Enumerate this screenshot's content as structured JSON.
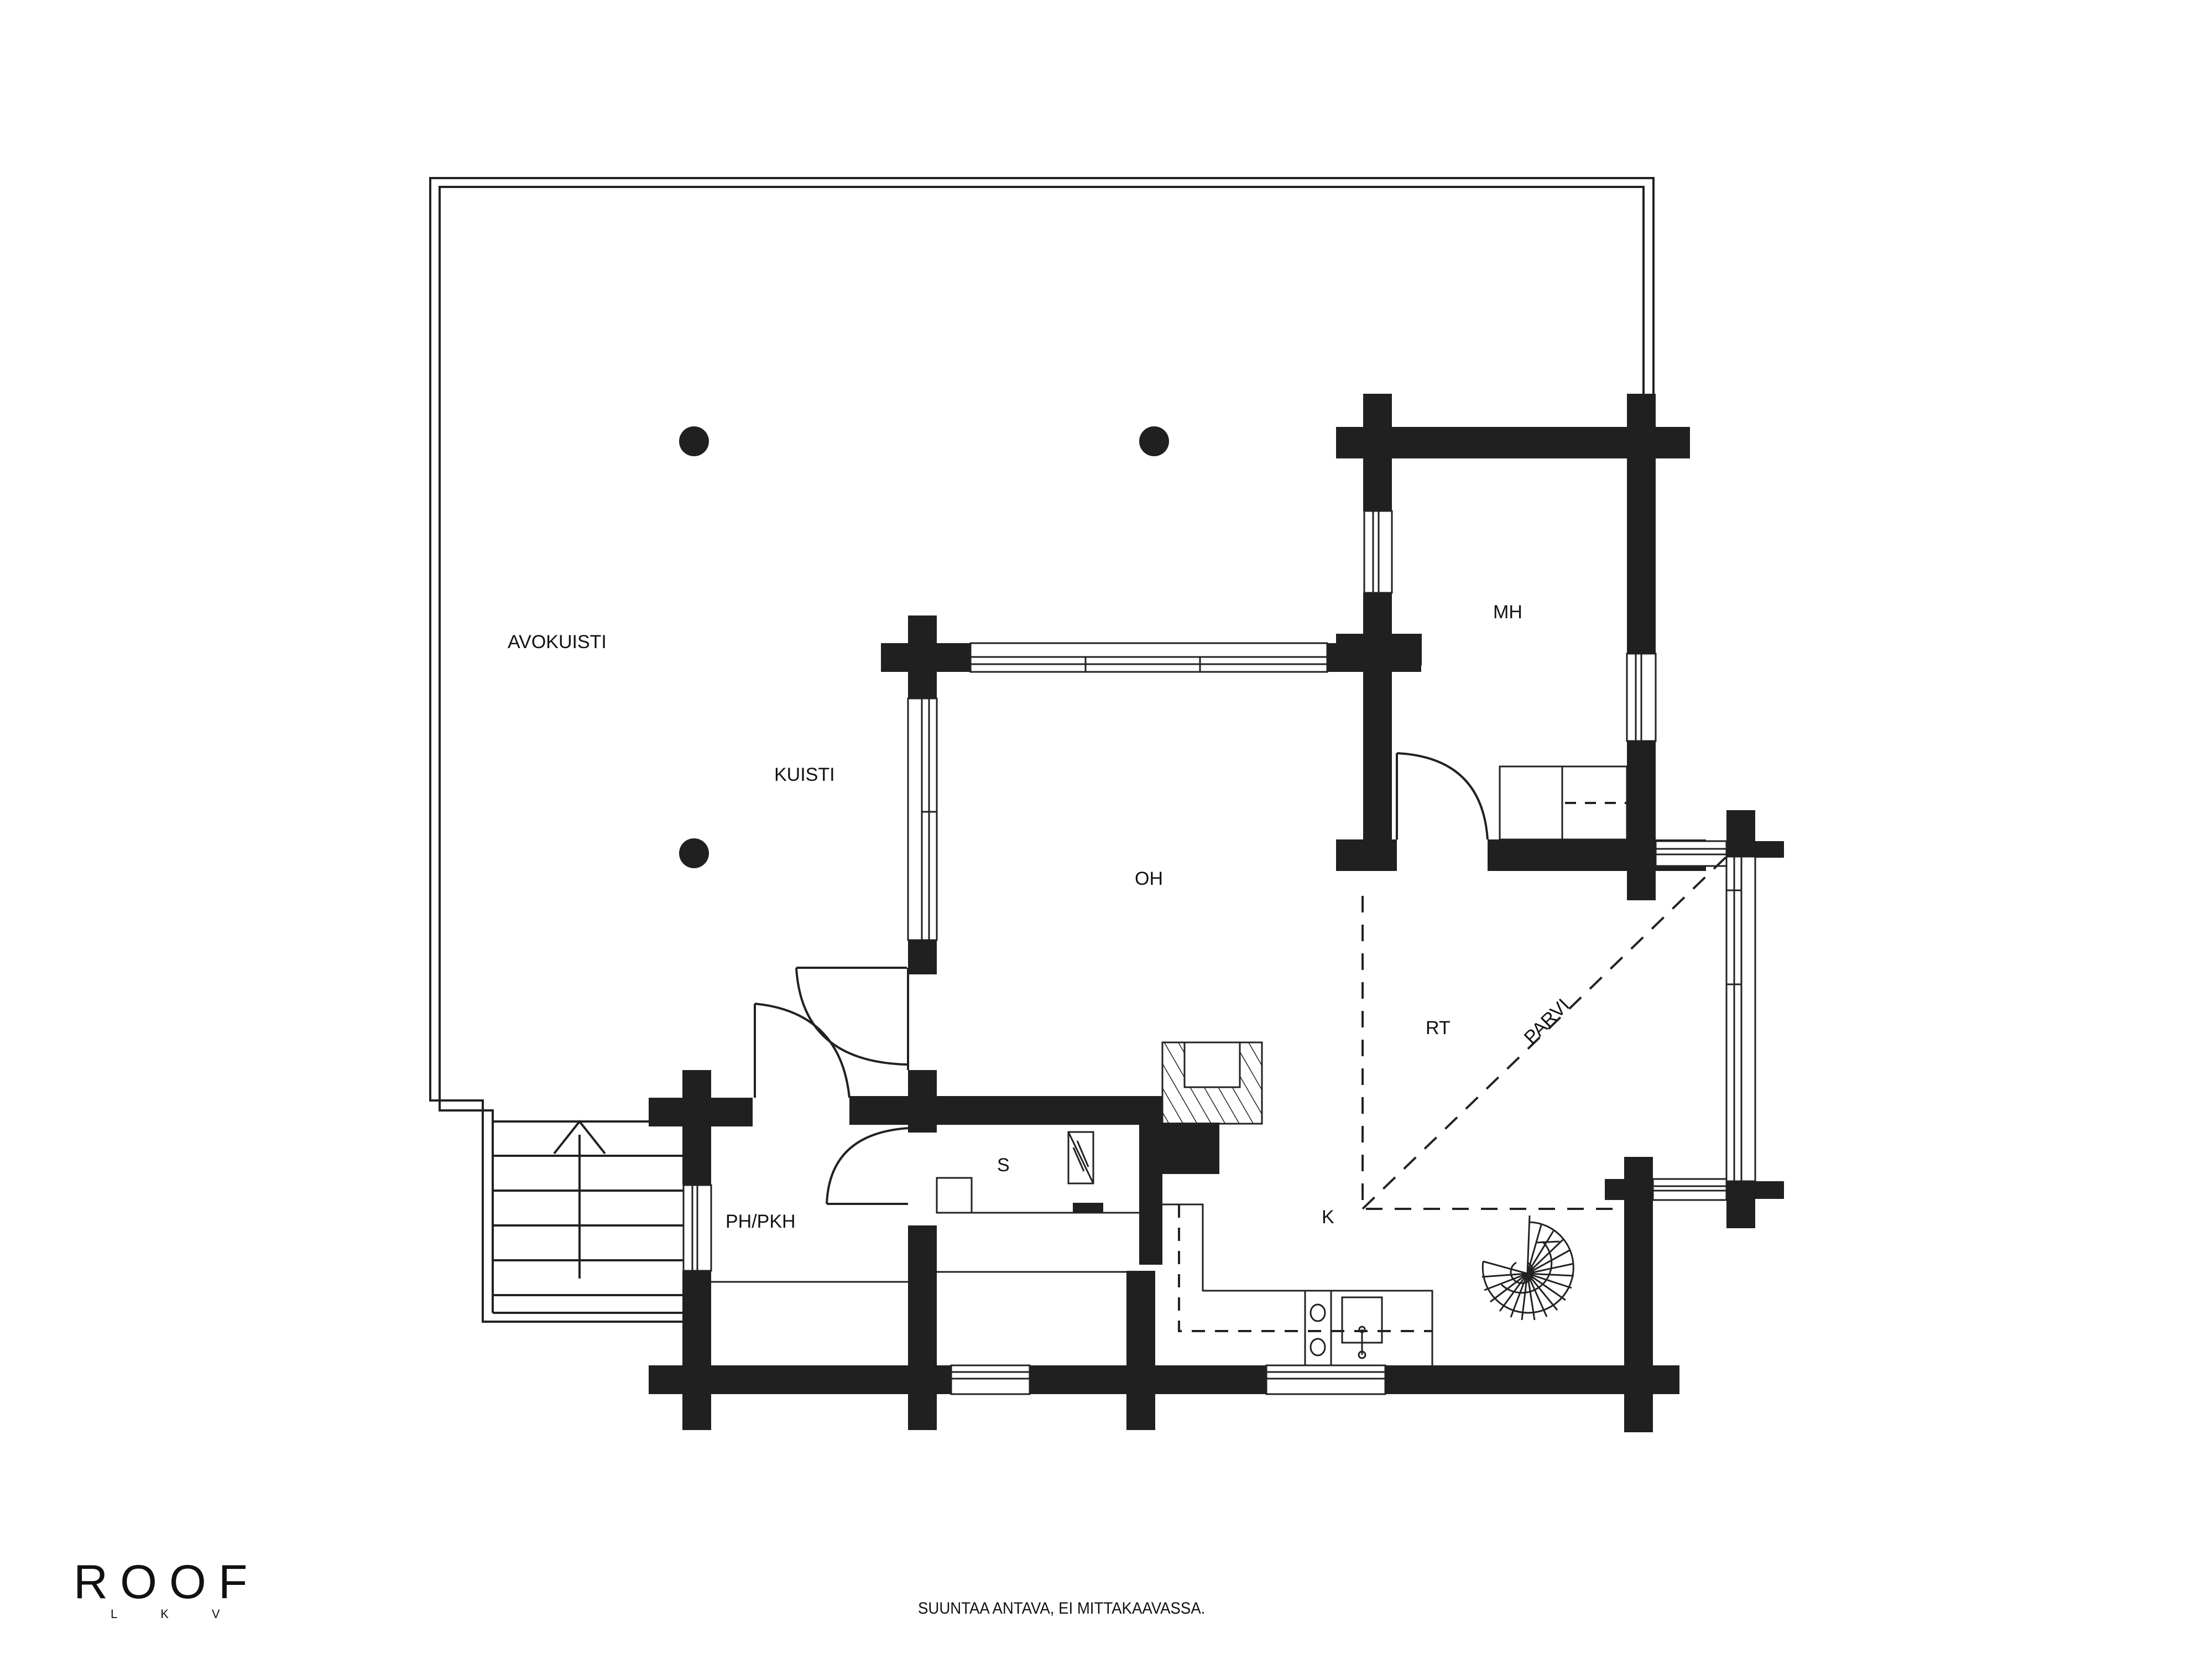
{
  "rooms": {
    "avokuisti": "AVOKUISTI",
    "kuisti": "KUISTI",
    "oh": "OH",
    "mh": "MH",
    "rt": "RT",
    "parvi": "PARVI",
    "k": "K",
    "s": "S",
    "ph_pkh": "PH/PKH"
  },
  "symbols": {
    "stair_direction": "up-arrow-icon",
    "spiral_stair": "spiral-staircase",
    "fireplace": "fireplace-hatched",
    "stove": "two-burner-stove",
    "sink": "kitchen-sink",
    "shower": "shower-glass",
    "posts": 3
  },
  "colors": {
    "wall": "#202020",
    "line": "#222222",
    "background": "#ffffff"
  },
  "brand": {
    "name": "ROOF",
    "sub": "LKV"
  },
  "footer": {
    "disclaimer": "SUUNTAA ANTAVA, EI MITTAKAAVASSA."
  }
}
